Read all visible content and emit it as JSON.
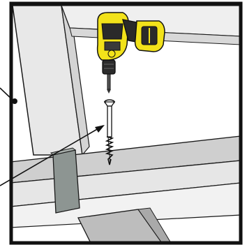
{
  "diagram": {
    "kind": "assembly-instruction-illustration",
    "frame_color": "#111111",
    "lumber_color_light": "#e3e3e3",
    "lumber_color_mid": "#cfcfcf",
    "lumber_color_dark": "#b8b8b8",
    "shim_color": "#8d9592",
    "drill_color_primary": "#f2e21a",
    "drill_color_secondary": "#222222",
    "callouts": [
      {
        "name": "callout-to-frame",
        "target": "frame-edge"
      },
      {
        "name": "callout-to-screw",
        "target": "screw"
      }
    ],
    "parts": [
      "cordless-drill",
      "wood-screw",
      "lumber-board",
      "shim-block"
    ]
  }
}
